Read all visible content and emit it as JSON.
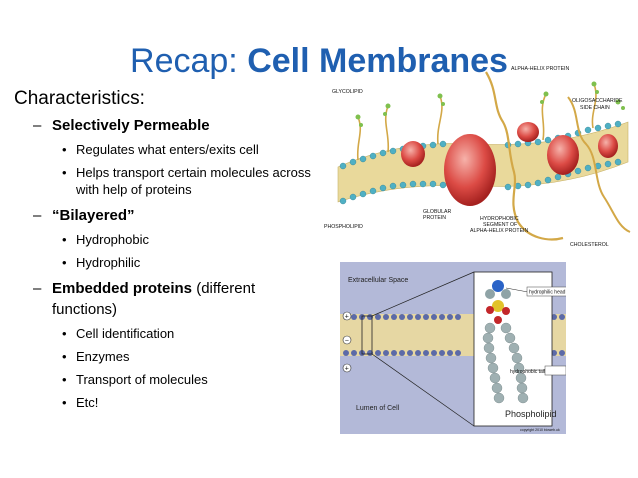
{
  "title": {
    "prefix": "Recap: ",
    "bold": "Cell Membranes"
  },
  "heading": "Characteristics:",
  "items": [
    {
      "bold": "Selectively Permeable",
      "rest": "",
      "sub": [
        "Regulates what enters/exits cell",
        "Helps transport certain molecules across",
        "with help of proteins"
      ]
    },
    {
      "bold": "“Bilayered”",
      "rest": "",
      "sub": [
        "Hydrophobic",
        "Hydrophilic"
      ]
    },
    {
      "bold": "Embedded proteins",
      "rest": " (different",
      "rest2": "functions)",
      "sub": [
        "Cell identification",
        "Enzymes",
        "Transport of molecules",
        "Etc!"
      ]
    }
  ],
  "figure1": {
    "labels": {
      "glycolipid": "GLYCOLIPID",
      "alpha_helix": "ALPHA-HELIX PROTEIN",
      "oligo1": "OLIGOSACCHARIDE",
      "oligo2": "SIDE CHAIN",
      "phospholipid": "PHOSPHOLIPID",
      "globular1": "GLOBULAR",
      "globular2": "PROTEIN",
      "hydro1": "HYDROPHOBIC",
      "hydro2": "SEGMENT OF",
      "hydro3": "ALPHA-HELIX PROTEIN",
      "cholesterol": "CHOLESTEROL"
    }
  },
  "figure2": {
    "extracellular": "Extracellular Space",
    "lumen": "Lumen of Cell",
    "head": "hydrophilic head",
    "tail": "hydrophobic tail",
    "phospholipid": "Phospholipid",
    "copyright": "copyright 2010 bioweb.uk",
    "signs": [
      "+",
      "−",
      "+"
    ]
  },
  "colors": {
    "title": "#1f5fb0",
    "panel": "#b3b9d8",
    "membrane": "#e8d9a0"
  }
}
